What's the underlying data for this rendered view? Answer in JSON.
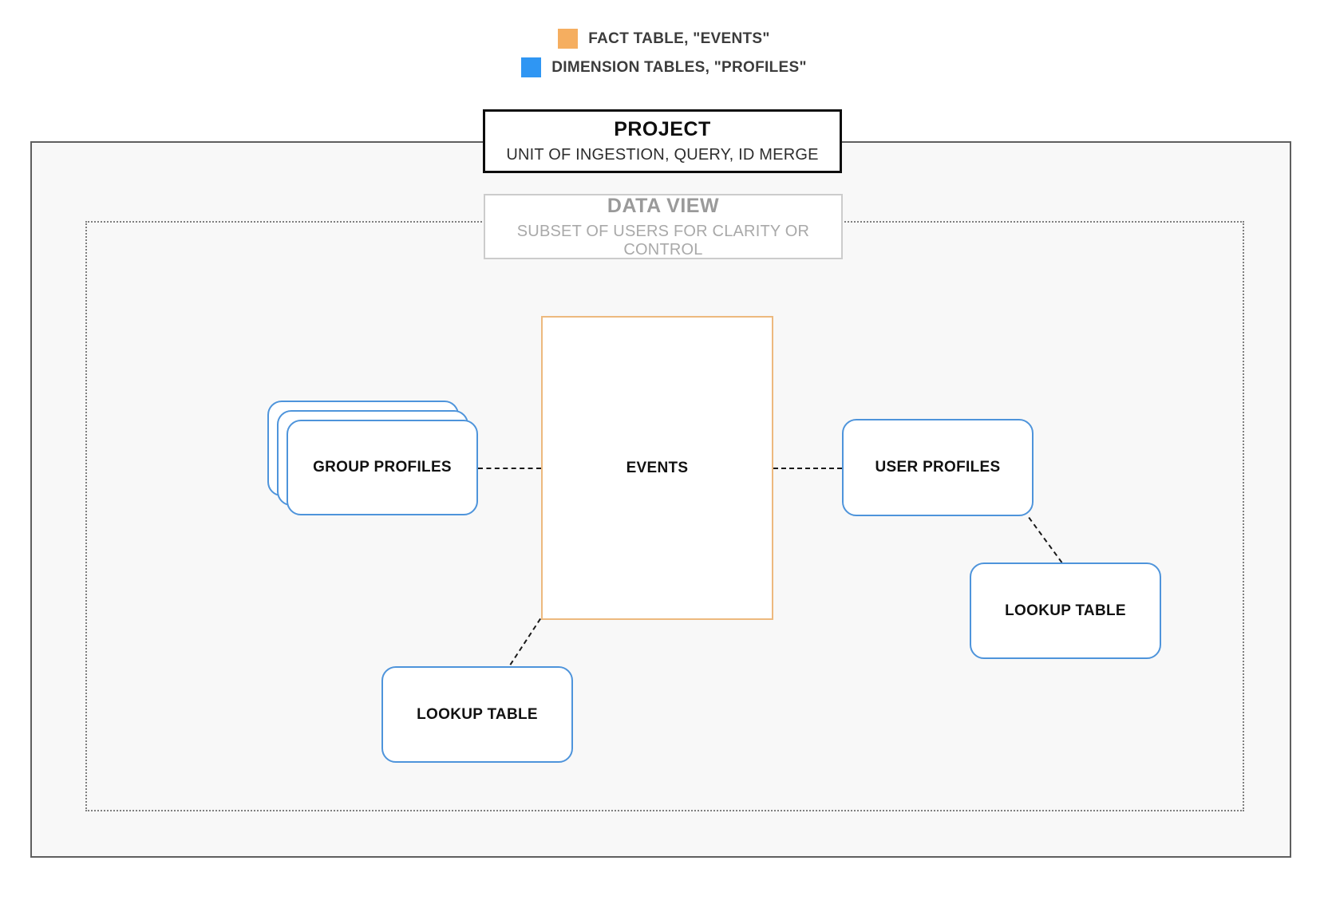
{
  "diagram": {
    "legend": {
      "items": [
        {
          "name": "fact-table",
          "label": "FACT TABLE, \"EVENTS\"",
          "color": "#F5AE60"
        },
        {
          "name": "dimension-tables",
          "label": "DIMENSION TABLES, \"PROFILES\"",
          "color": "#2F96F3"
        }
      ]
    },
    "project_box": {
      "title": "PROJECT",
      "subtitle": "UNIT OF INGESTION, QUERY, ID MERGE"
    },
    "data_view_box": {
      "title": "DATA VIEW",
      "subtitle": "SUBSET OF USERS FOR CLARITY OR CONTROL"
    },
    "nodes": {
      "events": {
        "label": "EVENTS"
      },
      "group_profiles": {
        "label": "GROUP PROFILES"
      },
      "user_profiles": {
        "label": "USER PROFILES"
      },
      "lookup_table_right": {
        "label": "LOOKUP TABLE"
      },
      "lookup_table_bottom": {
        "label": "LOOKUP TABLE"
      }
    },
    "edges": [
      {
        "from": "group_profiles",
        "to": "events",
        "style": "dashed"
      },
      {
        "from": "events",
        "to": "user_profiles",
        "style": "dashed"
      },
      {
        "from": "user_profiles",
        "to": "lookup_table_right",
        "style": "dashed"
      },
      {
        "from": "events",
        "to": "lookup_table_bottom",
        "style": "dashed"
      }
    ],
    "colors": {
      "fact_swatch": "#F5AE60",
      "fact_border": "#EDB97E",
      "dimension_swatch": "#2F96F3",
      "dimension_border": "#4E94DB"
    }
  }
}
